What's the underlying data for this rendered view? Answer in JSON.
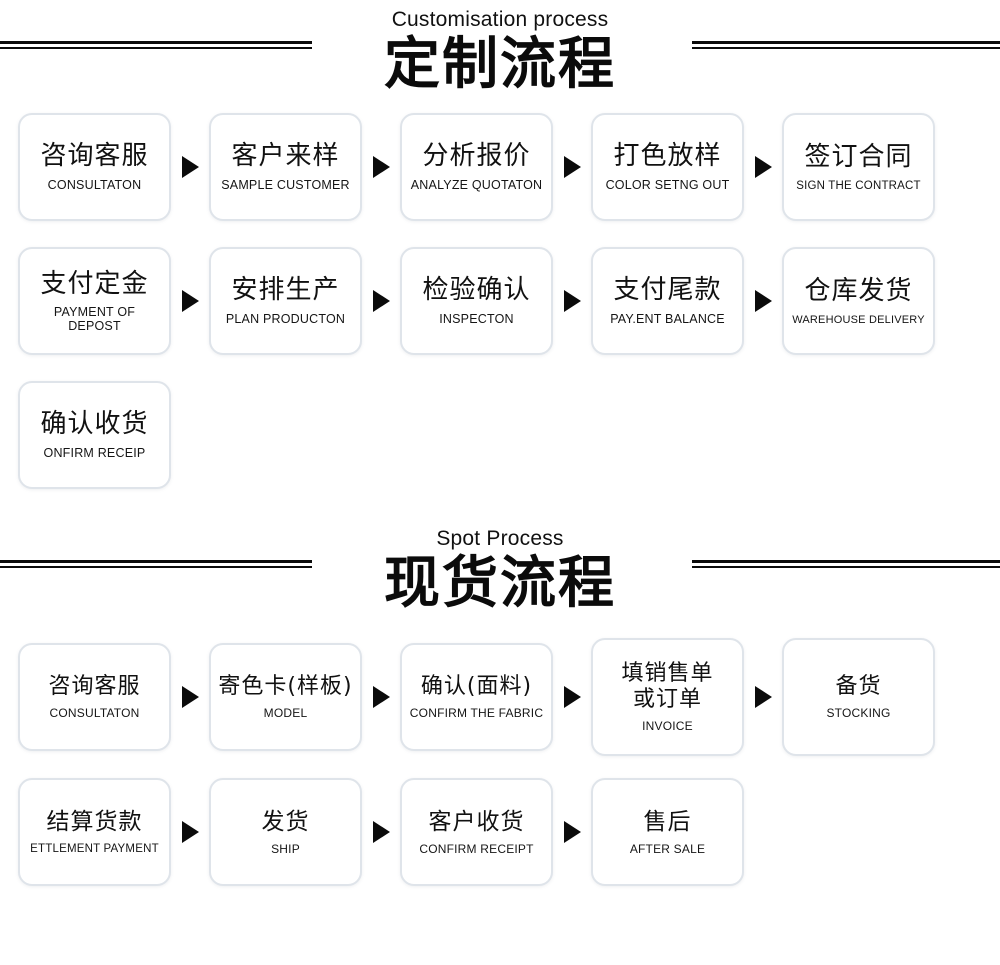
{
  "sections": [
    {
      "id": "customisation",
      "title_en": "Customisation process",
      "title_cn": "定制流程",
      "rows": [
        {
          "nodes": [
            {
              "cn": "咨询客服",
              "en": "CONSULTATON"
            },
            {
              "cn": "客户来样",
              "en": "SAMPLE CUSTOMER"
            },
            {
              "cn": "分析报价",
              "en": "ANALYZE QUOTATON"
            },
            {
              "cn": "打色放样",
              "en": "COLOR SETNG OUT"
            },
            {
              "cn": "签订合同",
              "en": "SIGN THE CONTRACT"
            }
          ]
        },
        {
          "nodes": [
            {
              "cn": "支付定金",
              "en": "PAYMENT OF DEPOST"
            },
            {
              "cn": "安排生产",
              "en": "PLAN PRODUCTON"
            },
            {
              "cn": "检验确认",
              "en": "INSPECTON"
            },
            {
              "cn": "支付尾款",
              "en": "PAY.ENT BALANCE"
            },
            {
              "cn": "仓库发货",
              "en": "WAREHOUSE DELIVERY"
            }
          ]
        },
        {
          "nodes": [
            {
              "cn": "确认收货",
              "en": "ONFIRM RECEIP"
            }
          ]
        }
      ]
    },
    {
      "id": "spot",
      "title_en": "Spot Process",
      "title_cn": "现货流程",
      "rows": [
        {
          "nodes": [
            {
              "cn": "咨询客服",
              "en": "CONSULTATON"
            },
            {
              "cn": "寄色卡(样板)",
              "en": "MODEL"
            },
            {
              "cn": "确认(面料)",
              "en": "CONFIRM THE FABRIC"
            },
            {
              "cn": "填销售单\n或订单",
              "en": "INVOICE"
            },
            {
              "cn": "备货",
              "en": "STOCKING"
            }
          ]
        },
        {
          "nodes": [
            {
              "cn": "结算货款",
              "en": "ETTLEMENT PAYMENT"
            },
            {
              "cn": "发货",
              "en": "SHIP"
            },
            {
              "cn": "客户收货",
              "en": "CONFIRM RECEIPT"
            },
            {
              "cn": "售后",
              "en": "AFTER SALE"
            }
          ]
        }
      ]
    }
  ],
  "icons": {
    "arrow": "arrow-right-icon"
  },
  "colors": {
    "background": "#ffffff",
    "node_border": "#dfe4ea",
    "text": "#111111",
    "rule": "#0b0b0b",
    "arrow": "#0b0b0b"
  }
}
